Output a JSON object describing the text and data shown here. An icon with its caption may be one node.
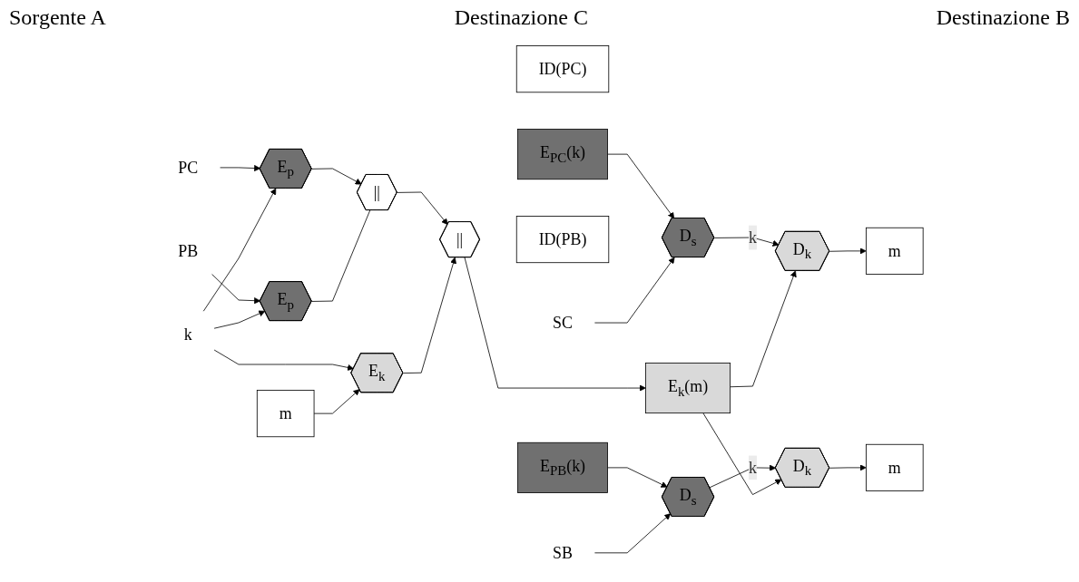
{
  "diagram": {
    "nodes": [
      {
        "text": [
          "PC"
        ]
      },
      {
        "text": [
          "k"
        ]
      },
      {
        "text": [
          "E$_{p}$"
        ]
      },
      {
        "text": [
          "PB"
        ]
      },
      {
        "text": [
          "E$_{p}$"
        ]
      },
      {
        "text": [
          "||"
        ]
      },
      {
        "text": [
          "m"
        ]
      },
      {
        "text": [
          "E$_{k}$"
        ]
      },
      {
        "text": [
          "||"
        ]
      },
      {
        "text": [
          "ID(PC)"
        ]
      },
      {
        "text": [
          "E$_{PC}$(k)"
        ]
      },
      {
        "text": [
          "ID(PB)"
        ]
      },
      {
        "text": [
          "E$_{PB}$(k)"
        ]
      },
      {
        "text": [
          "E$_{k}$(m)"
        ]
      },
      {
        "text": [
          "SC"
        ]
      },
      {
        "text": [
          "D$_{s}$"
        ]
      },
      {
        "text": [
          "D$_{k}$"
        ]
      },
      {
        "text": [
          "m"
        ]
      },
      {
        "text": [
          "SB"
        ]
      },
      {
        "text": [
          "D$_{s}$"
        ]
      },
      {
        "text": [
          "D$_{k}$"
        ]
      },
      {
        "text": [
          "m"
        ]
      }
    ],
    "edges": [
      {
        "from": 0,
        "to": 2,
        "arrow": "to"
      },
      {
        "from": 1,
        "to": 2,
        "arrow": "to"
      },
      {
        "from": 3,
        "to": 4,
        "arrow": "to"
      },
      {
        "from": 1,
        "to": 4,
        "arrow": "to"
      },
      {
        "from": 1,
        "to": 7,
        "arrow": "to"
      },
      {
        "from": 2,
        "to": 5,
        "arrow": "to"
      },
      {
        "from": 4,
        "to": 5,
        "arrow": "none"
      },
      {
        "from": 6,
        "to": 7,
        "arrow": "to"
      },
      {
        "from": 5,
        "to": 8,
        "arrow": "to"
      },
      {
        "from": 7,
        "to": 8,
        "arrow": "to"
      },
      {
        "from": 8,
        "to": 13,
        "arrow": "to"
      },
      {
        "from": 10,
        "to": 15,
        "arrow": "to"
      },
      {
        "from": 14,
        "to": 15,
        "arrow": "to"
      },
      {
        "from": 15,
        "to": 16,
        "label": "k",
        "arrow": "to"
      },
      {
        "from": 13,
        "to": 16,
        "arrow": "to"
      },
      {
        "from": 16,
        "to": 17,
        "arrow": "to"
      },
      {
        "from": 12,
        "to": 19,
        "arrow": "to"
      },
      {
        "from": 18,
        "to": 19,
        "arrow": "to"
      },
      {
        "from": 19,
        "to": 20,
        "label": "k",
        "arrow": "to"
      },
      {
        "from": 13,
        "to": 20,
        "arrow": "to"
      },
      {
        "from": 20,
        "to": 21,
        "arrow": "to"
      }
    ],
    "labels": [
      "Sorgente A",
      "Destinazione C",
      "Destinazione B"
    ]
  }
}
